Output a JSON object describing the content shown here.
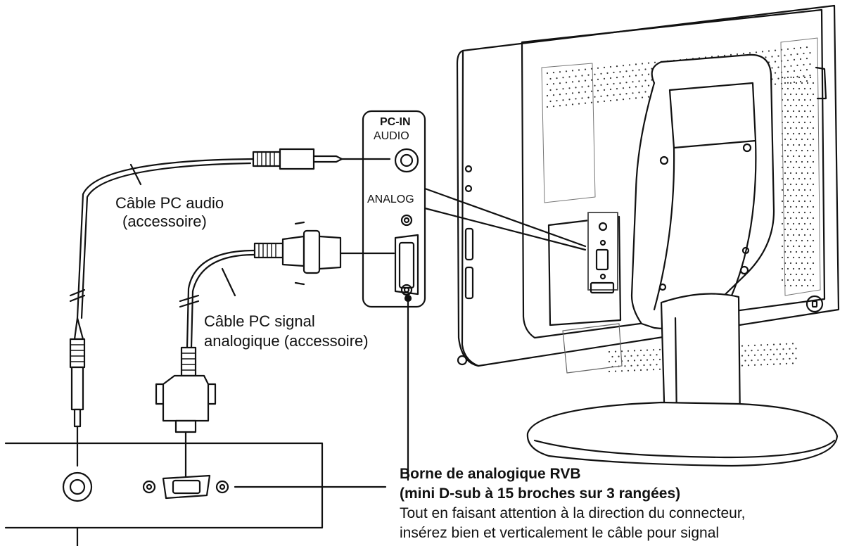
{
  "panel": {
    "title": "PC-IN",
    "audio_label": "AUDIO",
    "analog_label": "ANALOG"
  },
  "labels": {
    "audio_cable": [
      "Câble PC audio",
      "(accessoire)"
    ],
    "signal_cable": [
      "Câble PC signal",
      "analogique (accessoire)"
    ]
  },
  "terminal": {
    "title": "Borne de analogique RVB",
    "subtitle": "(mini D-sub à 15 broches sur 3 rangées)",
    "description": [
      "Tout en faisant attention à la direction du connecteur,",
      "insérez bien et verticalement le câble pour signal"
    ]
  }
}
